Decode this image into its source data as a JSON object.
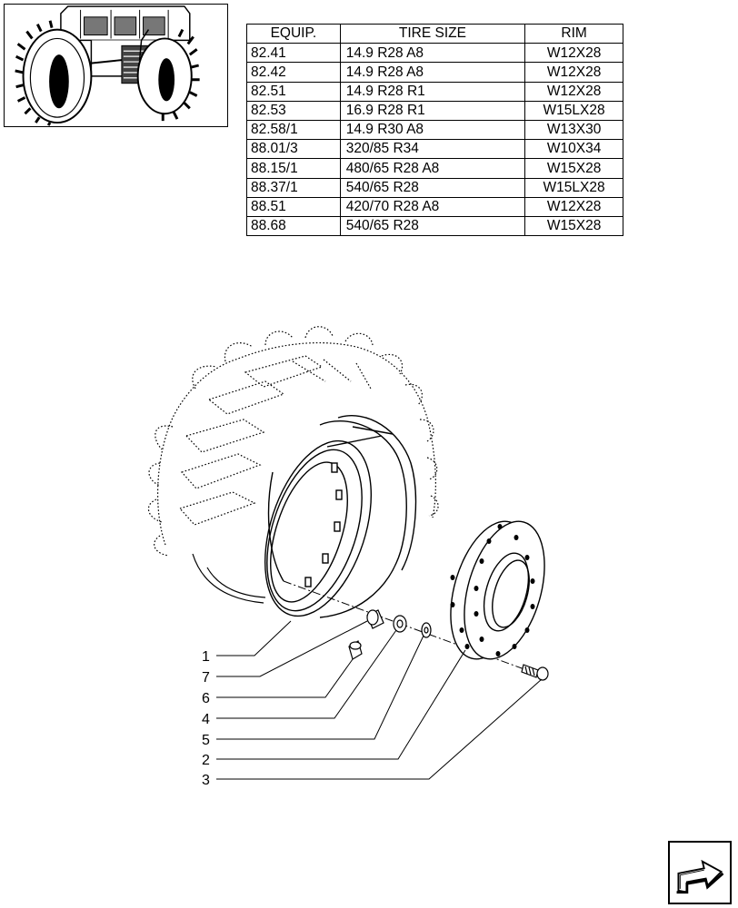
{
  "table": {
    "headers": [
      "EQUIP.",
      "TIRE SIZE",
      "RIM"
    ],
    "rows": [
      [
        "82.41",
        "14.9 R28 A8",
        "W12X28"
      ],
      [
        "82.42",
        "14.9 R28 A8",
        "W12X28"
      ],
      [
        "82.51",
        "14.9 R28 R1",
        "W12X28"
      ],
      [
        "82.53",
        "16.9 R28 R1",
        "W15LX28"
      ],
      [
        "82.58/1",
        "14.9 R30 A8",
        "W13X30"
      ],
      [
        "88.01/3",
        "320/85 R34",
        "W10X34"
      ],
      [
        "88.15/1",
        "480/65 R28 A8",
        "W15X28"
      ],
      [
        "88.37/1",
        "540/65 R28",
        "W15LX28"
      ],
      [
        "88.51",
        "420/70 R28 A8",
        "W12X28"
      ],
      [
        "88.68",
        "540/65 R28",
        "W15X28"
      ]
    ]
  },
  "callouts": {
    "c1": "1",
    "c7": "7",
    "c6": "6",
    "c4": "4",
    "c5": "5",
    "c2": "2",
    "c3": "3"
  },
  "icons": {
    "thumbnail": "tractor-front-wheel-thumbnail",
    "navigation": "next-page-arrow-icon"
  }
}
